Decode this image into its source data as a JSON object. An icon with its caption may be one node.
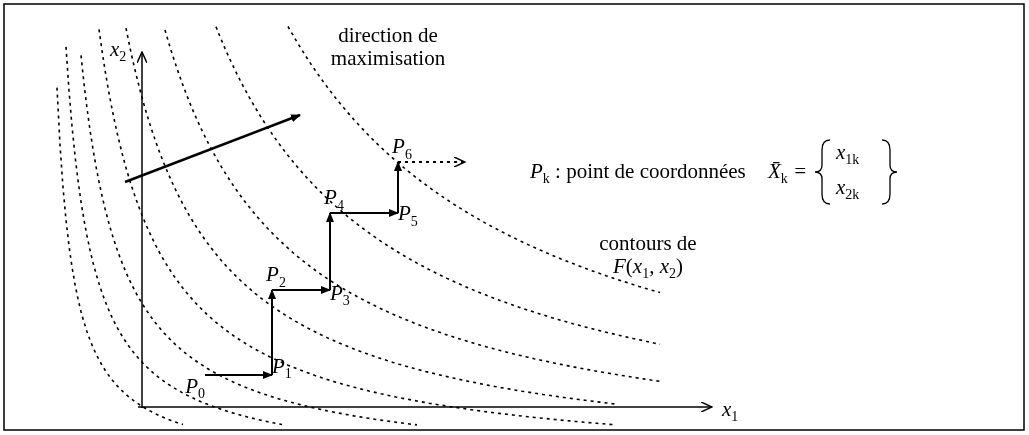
{
  "diagram": {
    "nodes": [
      {
        "text": [
          "P$_{0}$"
        ]
      },
      {
        "text": [
          "P$_{1}$"
        ]
      },
      {
        "text": [
          "P$_{2}$"
        ]
      },
      {
        "text": [
          "P$_{3}$"
        ]
      },
      {
        "text": [
          "P$_{4}$"
        ]
      },
      {
        "text": [
          "P$_{5}$"
        ]
      },
      {
        "text": [
          "P$_{6}$"
        ]
      }
    ],
    "edges": [
      {
        "from": 0,
        "to": 1,
        "arrow": "to"
      },
      {
        "from": 1,
        "to": 2,
        "arrow": "to"
      },
      {
        "from": 2,
        "to": 3,
        "arrow": "to"
      },
      {
        "from": 3,
        "to": 4,
        "arrow": "to"
      },
      {
        "from": 4,
        "to": 5,
        "arrow": "to"
      },
      {
        "from": 5,
        "to": 6,
        "arrow": "to"
      },
      {
        "from": 6,
        "to": null,
        "arrow": "to",
        "style": "dashed"
      }
    ],
    "labels": [
      "x$_{2}$",
      "direction de maximisation",
      "*P*$_{k}$ : point de coordonnées",
      "*X̄*$_{k}$ =",
      "x$_{1k}$",
      "x$_{2k}$",
      "contours de *F*(*x*$_{1}$, *x*$_{2}$)",
      "x$_{1}$"
    ]
  }
}
